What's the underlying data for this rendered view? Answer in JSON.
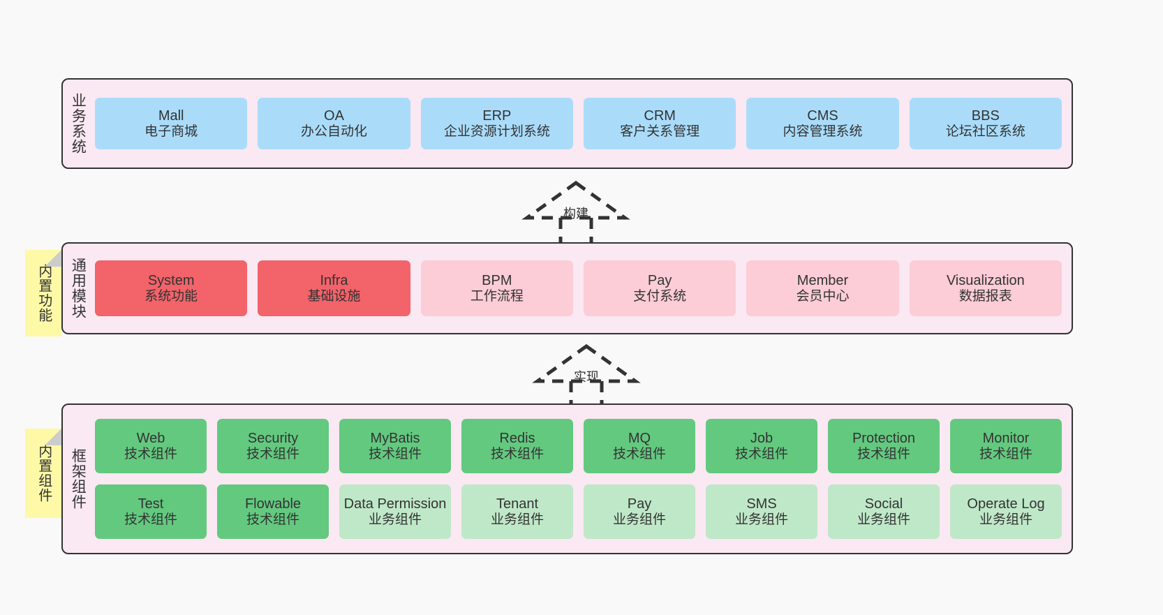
{
  "diagram": {
    "title": "",
    "colors": {
      "layer_bg": "#fae8f3",
      "layer_border": "#333333",
      "note_bg": "#fdf9a6",
      "business_card": "#aadcfa",
      "module_core_card": "#f2636a",
      "module_card": "#fccdd6",
      "tech_component_card": "#63c97f",
      "business_component_card": "#bfe8c8",
      "page_bg": "#f9f9f9"
    }
  },
  "layers": [
    {
      "id": "business-system",
      "label": "业务系统",
      "rows": [
        {
          "cards": [
            {
              "title": "Mall",
              "sub": "电子商城",
              "style": "c-blue"
            },
            {
              "title": "OA",
              "sub": "办公自动化",
              "style": "c-blue"
            },
            {
              "title": "ERP",
              "sub": "企业资源计划系统",
              "style": "c-blue"
            },
            {
              "title": "CRM",
              "sub": "客户关系管理",
              "style": "c-blue"
            },
            {
              "title": "CMS",
              "sub": "内容管理系统",
              "style": "c-blue"
            },
            {
              "title": "BBS",
              "sub": "论坛社区系统",
              "style": "c-blue"
            }
          ]
        }
      ]
    },
    {
      "id": "common-modules",
      "label": "通用模块",
      "rows": [
        {
          "cards": [
            {
              "title": "System",
              "sub": "系统功能",
              "style": "c-red"
            },
            {
              "title": "Infra",
              "sub": "基础设施",
              "style": "c-red"
            },
            {
              "title": "BPM",
              "sub": "工作流程",
              "style": "c-pink"
            },
            {
              "title": "Pay",
              "sub": "支付系统",
              "style": "c-pink"
            },
            {
              "title": "Member",
              "sub": "会员中心",
              "style": "c-pink"
            },
            {
              "title": "Visualization",
              "sub": "数据报表",
              "style": "c-pink"
            }
          ]
        }
      ]
    },
    {
      "id": "framework-components",
      "label": "框架组件",
      "rows": [
        {
          "cards": [
            {
              "title": "Web",
              "sub": "技术组件",
              "style": "c-green"
            },
            {
              "title": "Security",
              "sub": "技术组件",
              "style": "c-green"
            },
            {
              "title": "MyBatis",
              "sub": "技术组件",
              "style": "c-green"
            },
            {
              "title": "Redis",
              "sub": "技术组件",
              "style": "c-green"
            },
            {
              "title": "MQ",
              "sub": "技术组件",
              "style": "c-green"
            },
            {
              "title": "Job",
              "sub": "技术组件",
              "style": "c-green"
            },
            {
              "title": "Protection",
              "sub": "技术组件",
              "style": "c-green"
            },
            {
              "title": "Monitor",
              "sub": "技术组件",
              "style": "c-green"
            }
          ]
        },
        {
          "cards": [
            {
              "title": "Test",
              "sub": "技术组件",
              "style": "c-green"
            },
            {
              "title": "Flowable",
              "sub": "技术组件",
              "style": "c-green"
            },
            {
              "title": "Data Permission",
              "sub": "业务组件",
              "style": "c-lightgreen",
              "wrap": true
            },
            {
              "title": "Tenant",
              "sub": "业务组件",
              "style": "c-lightgreen"
            },
            {
              "title": "Pay",
              "sub": "业务组件",
              "style": "c-lightgreen"
            },
            {
              "title": "SMS",
              "sub": "业务组件",
              "style": "c-lightgreen"
            },
            {
              "title": "Social",
              "sub": "业务组件",
              "style": "c-lightgreen"
            },
            {
              "title": "Operate Log",
              "sub": "业务组件",
              "style": "c-lightgreen"
            }
          ]
        }
      ]
    }
  ],
  "notes": [
    {
      "id": "builtin-functions",
      "label": "内置功能"
    },
    {
      "id": "builtin-components",
      "label": "内置组件"
    }
  ],
  "connectors": [
    {
      "id": "build",
      "label": "构建"
    },
    {
      "id": "implement",
      "label": "实现"
    }
  ]
}
